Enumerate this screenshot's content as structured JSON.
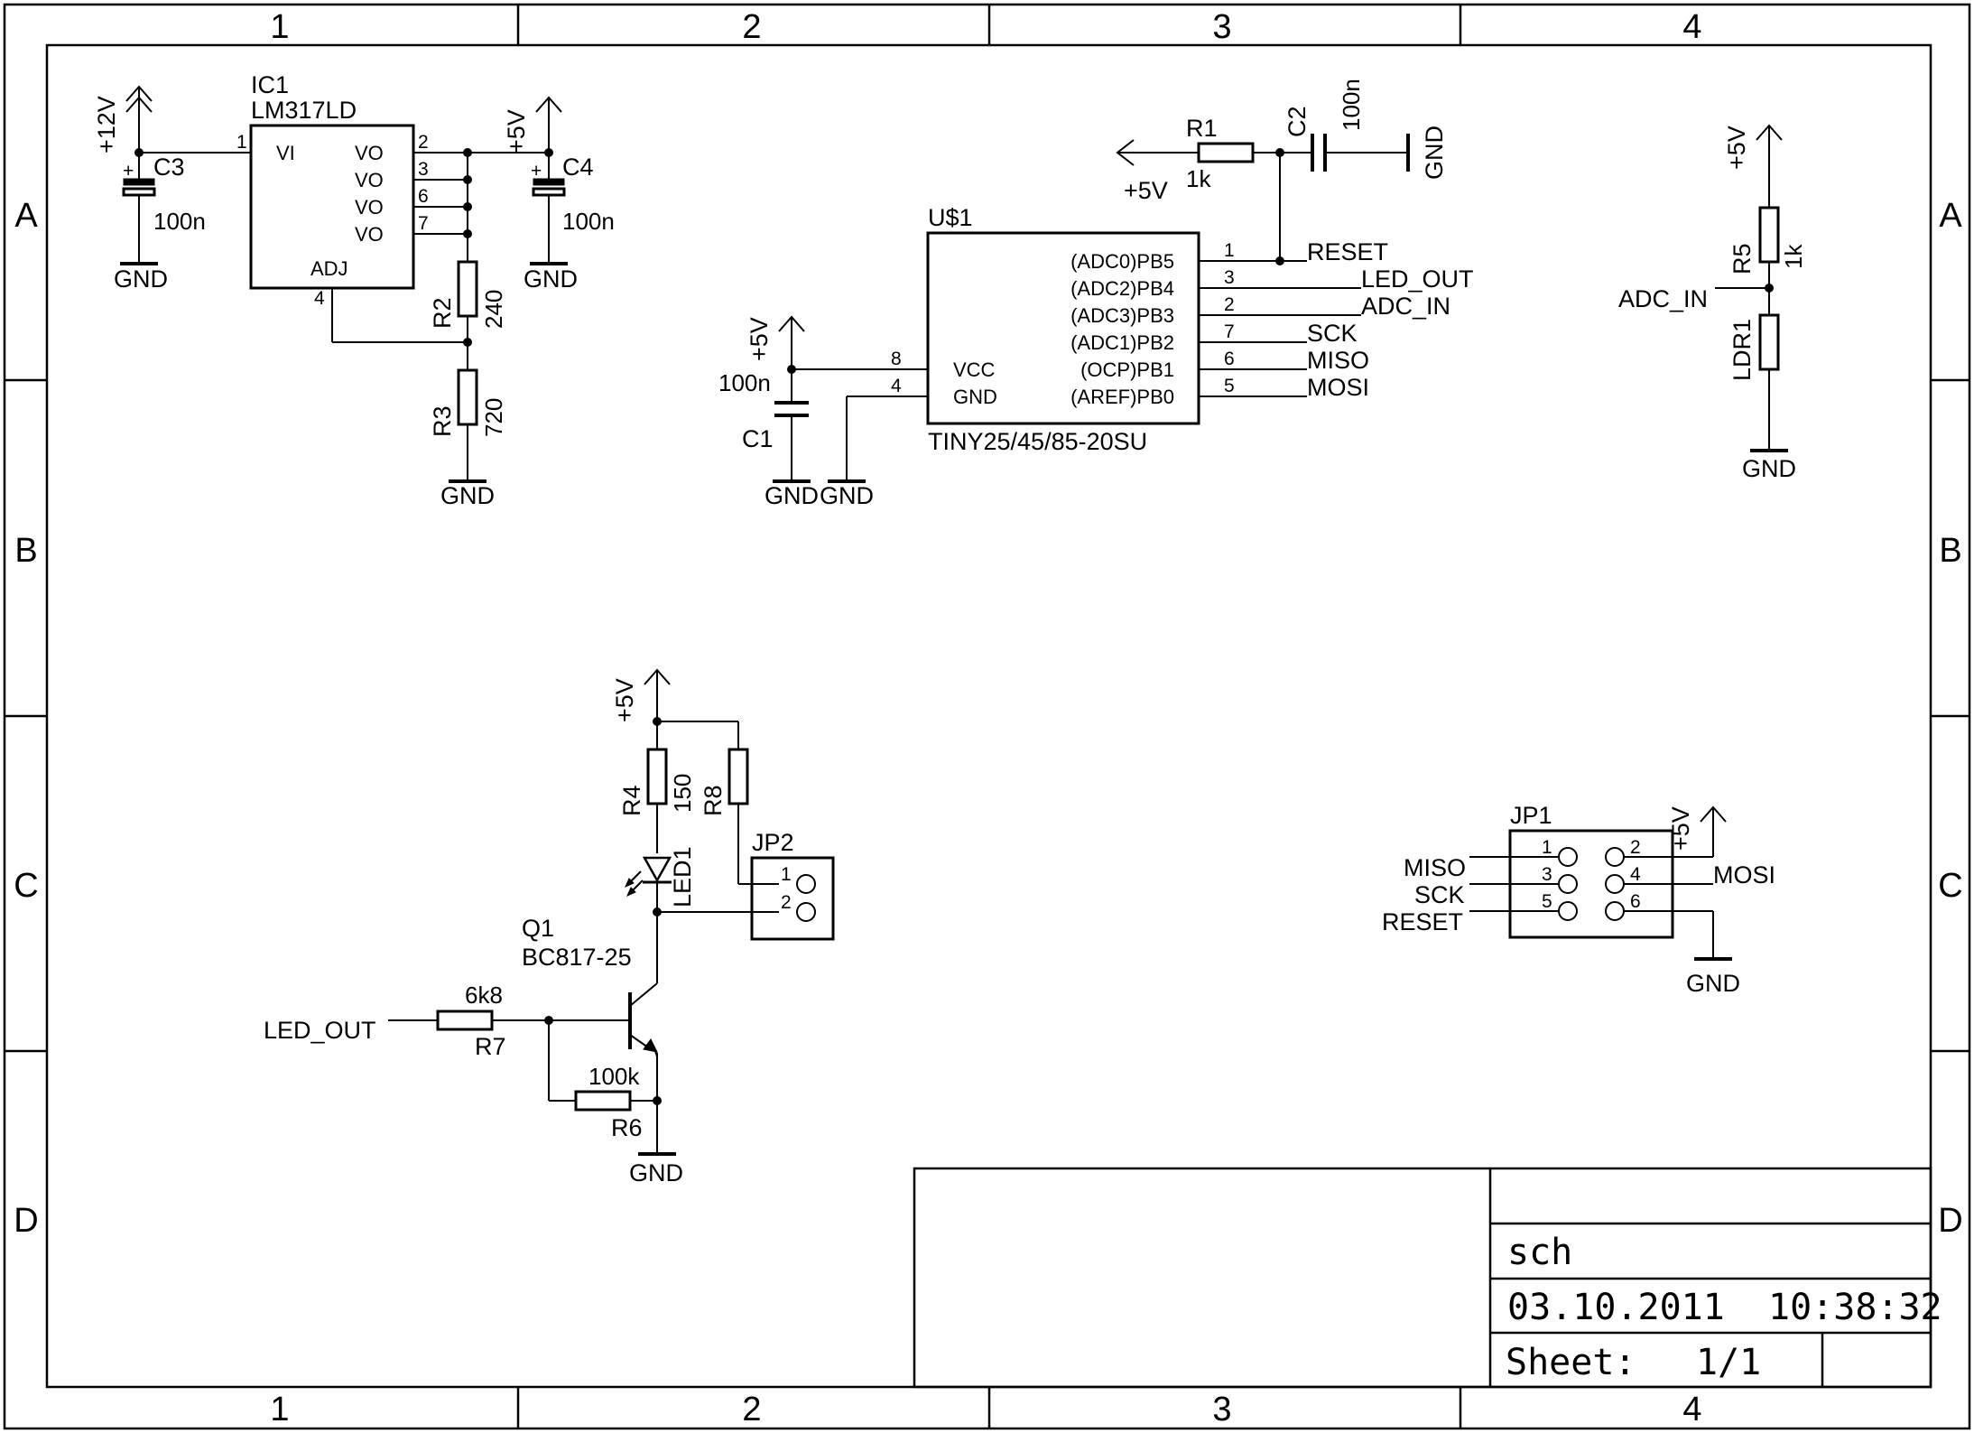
{
  "grid": {
    "columns": [
      "1",
      "2",
      "3",
      "4"
    ],
    "rows": [
      "A",
      "B",
      "C",
      "D"
    ]
  },
  "title_block": {
    "name": "sch",
    "timestamp": "03.10.2011  10:38:32",
    "sheet_label": "Sheet:",
    "sheet_value": "1/1"
  },
  "power": {
    "gnd": "GND",
    "p5v": "+5V",
    "p12v": "+12V"
  },
  "components": {
    "ic1": {
      "ref": "IC1",
      "value": "LM317LD",
      "pins": {
        "vi": "VI",
        "vo": "VO",
        "adj": "ADJ"
      },
      "pin_numbers": [
        "1",
        "2",
        "3",
        "6",
        "7",
        "4"
      ]
    },
    "c3": {
      "ref": "C3",
      "value": "100n",
      "polarity": "+"
    },
    "c4": {
      "ref": "C4",
      "value": "100n",
      "polarity": "+"
    },
    "r2": {
      "ref": "R2",
      "value": "240"
    },
    "r3": {
      "ref": "R3",
      "value": "720"
    },
    "u1": {
      "ref": "U$1",
      "value": "TINY25/45/85-20SU",
      "left_pins": [
        {
          "num": "8",
          "name": "VCC"
        },
        {
          "num": "4",
          "name": "GND"
        }
      ],
      "right_pins": [
        {
          "num": "1",
          "func": "(ADC0)PB5",
          "net": "RESET"
        },
        {
          "num": "3",
          "func": "(ADC2)PB4",
          "net": "LED_OUT"
        },
        {
          "num": "2",
          "func": "(ADC3)PB3",
          "net": "ADC_IN"
        },
        {
          "num": "7",
          "func": "(ADC1)PB2",
          "net": "SCK"
        },
        {
          "num": "6",
          "func": "(OCP)PB1",
          "net": "MISO"
        },
        {
          "num": "5",
          "func": "(AREF)PB0",
          "net": "MOSI"
        }
      ]
    },
    "r1": {
      "ref": "R1",
      "value": "1k"
    },
    "c2": {
      "ref": "C2",
      "value": "100n"
    },
    "c1": {
      "ref": "C1",
      "value": "100n"
    },
    "r5": {
      "ref": "R5",
      "value": "1k"
    },
    "ldr1": {
      "ref": "LDR1"
    },
    "r4": {
      "ref": "R4",
      "value": "150"
    },
    "r8": {
      "ref": "R8"
    },
    "led1": {
      "ref": "LED1"
    },
    "jp2": {
      "ref": "JP2",
      "pins": [
        "1",
        "2"
      ]
    },
    "q1": {
      "ref": "Q1",
      "value": "BC817-25"
    },
    "r7": {
      "ref": "R7",
      "value": "6k8"
    },
    "r6": {
      "ref": "R6",
      "value": "100k"
    },
    "jp1": {
      "ref": "JP1",
      "pins": [
        "1",
        "2",
        "3",
        "4",
        "5",
        "6"
      ]
    }
  },
  "nets": {
    "adc_in": "ADC_IN",
    "led_out": "LED_OUT",
    "miso": "MISO",
    "sck": "SCK",
    "reset": "RESET",
    "mosi": "MOSI"
  }
}
